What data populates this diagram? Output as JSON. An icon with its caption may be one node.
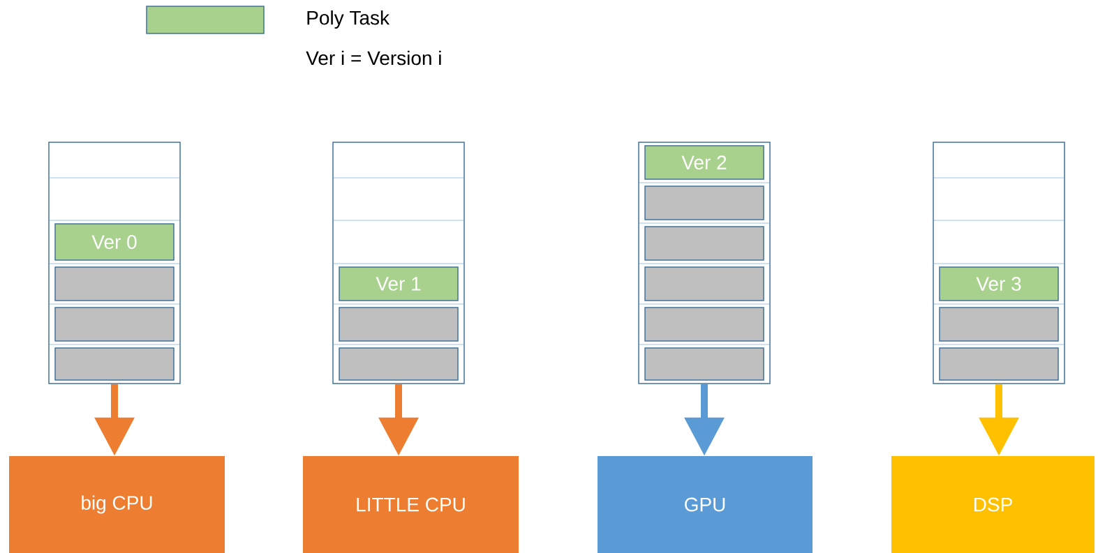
{
  "diagram": {
    "nodes": [
      {
        "text": [],
        "shape": "box"
      },
      {
        "text": [
          "Ver 0"
        ],
        "in": 0
      },
      {
        "text": [],
        "shape": "box",
        "in": 0
      },
      {
        "text": [],
        "shape": "box",
        "in": 0
      },
      {
        "text": [],
        "shape": "box",
        "in": 0
      },
      {
        "text": [],
        "shape": "box"
      },
      {
        "text": [
          "Ver 1"
        ],
        "in": 5
      },
      {
        "text": [],
        "shape": "box",
        "in": 5
      },
      {
        "text": [],
        "shape": "box",
        "in": 5
      },
      {
        "text": [],
        "shape": "box"
      },
      {
        "text": [
          "Ver 2"
        ],
        "in": 9
      },
      {
        "text": [],
        "shape": "box",
        "in": 9
      },
      {
        "text": [],
        "shape": "box",
        "in": 9
      },
      {
        "text": [],
        "shape": "box",
        "in": 9
      },
      {
        "text": [],
        "shape": "box",
        "in": 9
      },
      {
        "text": [],
        "shape": "box",
        "in": 9
      },
      {
        "text": [],
        "shape": "box"
      },
      {
        "text": [
          "Ver 3"
        ],
        "in": 16
      },
      {
        "text": [],
        "shape": "box",
        "in": 16
      },
      {
        "text": [],
        "shape": "box",
        "in": 16
      },
      {
        "text": [
          "big CPU"
        ]
      },
      {
        "text": [
          "LITTLE CPU"
        ]
      },
      {
        "text": [
          "GPU"
        ]
      },
      {
        "text": [
          "DSP"
        ]
      }
    ],
    "edges": [
      {
        "from": 0,
        "to": 20,
        "arrow": "to",
        "color": "#ed7d31"
      },
      {
        "from": 5,
        "to": 21,
        "arrow": "to",
        "color": "#ed7d31"
      },
      {
        "from": 9,
        "to": 22,
        "arrow": "to",
        "color": "#5b9bd5"
      },
      {
        "from": 16,
        "to": 23,
        "arrow": "to",
        "color": "#ffc000"
      }
    ],
    "labels": [
      "Ver i = Version i"
    ],
    "legend": [
      {
        "text": "Poly Task",
        "color": "#a9d18e"
      }
    ]
  }
}
